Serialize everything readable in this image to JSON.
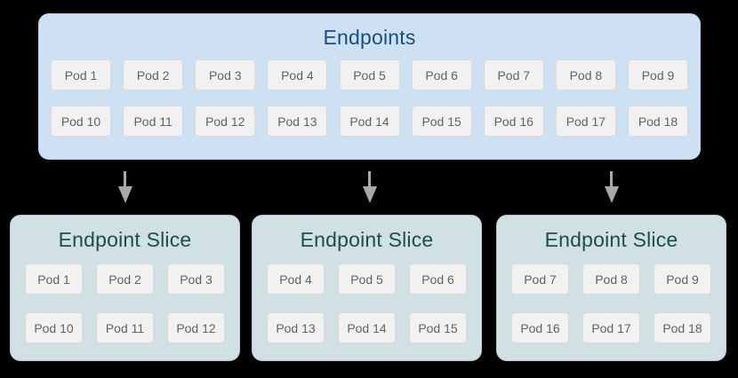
{
  "diagram": {
    "endpoints": {
      "title": "Endpoints",
      "pod_rows": [
        [
          "Pod 1",
          "Pod 2",
          "Pod 3",
          "Pod 4",
          "Pod 5",
          "Pod 6",
          "Pod 7",
          "Pod 8",
          "Pod 9"
        ],
        [
          "Pod 10",
          "Pod 11",
          "Pod 12",
          "Pod 13",
          "Pod 14",
          "Pod 15",
          "Pod 16",
          "Pod 17",
          "Pod 18"
        ]
      ]
    },
    "arrows": [
      {
        "name": "down-arrow"
      },
      {
        "name": "down-arrow"
      },
      {
        "name": "down-arrow"
      }
    ],
    "slices": [
      {
        "title": "Endpoint Slice",
        "pod_rows": [
          [
            "Pod 1",
            "Pod 2",
            "Pod 3"
          ],
          [
            "Pod 10",
            "Pod 11",
            "Pod 12"
          ]
        ]
      },
      {
        "title": "Endpoint Slice",
        "pod_rows": [
          [
            "Pod 4",
            "Pod 5",
            "Pod 6"
          ],
          [
            "Pod 13",
            "Pod 14",
            "Pod 15"
          ]
        ]
      },
      {
        "title": "Endpoint Slice",
        "pod_rows": [
          [
            "Pod 7",
            "Pod 8",
            "Pod 9"
          ],
          [
            "Pod 16",
            "Pod 17",
            "Pod 18"
          ]
        ]
      }
    ]
  },
  "colors": {
    "canvas_bg": "#000000",
    "endpoints_box_bg": "#cee1f3",
    "endpoints_box_border": "#b3cfe9",
    "endpoints_title": "#174e87",
    "slice_box_bg": "#d0e0e3",
    "slice_box_border": "#b4ccd0",
    "slice_title": "#1d4e4e",
    "pod_bg": "#f1f1f1",
    "pod_border": "#dadada",
    "pod_text": "#5f6368",
    "arrow": "#a8a8a8"
  }
}
